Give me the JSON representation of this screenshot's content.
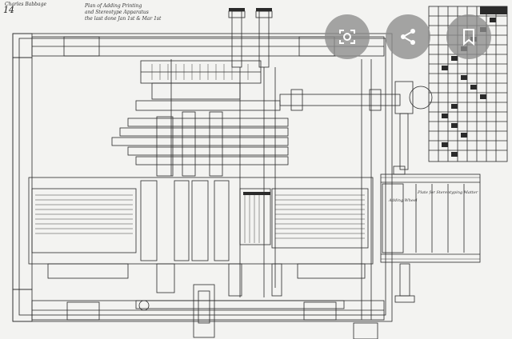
{
  "sheet": {
    "plate_number": "14",
    "signature": "Charles Babbage",
    "title_lines": [
      "Plan of Adding Printing",
      "and Stereotype Apparatus",
      "the last done Jan 1st & Mar 1st"
    ],
    "annotation_plate_stereotyping": "Plate for Stereotyping Matter",
    "annotation_adding_wheel": "Adding Wheel"
  },
  "overlay_buttons": [
    {
      "icon": "lens-icon",
      "label": ""
    },
    {
      "icon": "share-icon",
      "label": ""
    },
    {
      "icon": "bookmark-icon",
      "label": ""
    }
  ],
  "colors": {
    "ink": "#2a2a2a",
    "paper": "#f3f3f1",
    "overlay": "#8c8c8c"
  }
}
